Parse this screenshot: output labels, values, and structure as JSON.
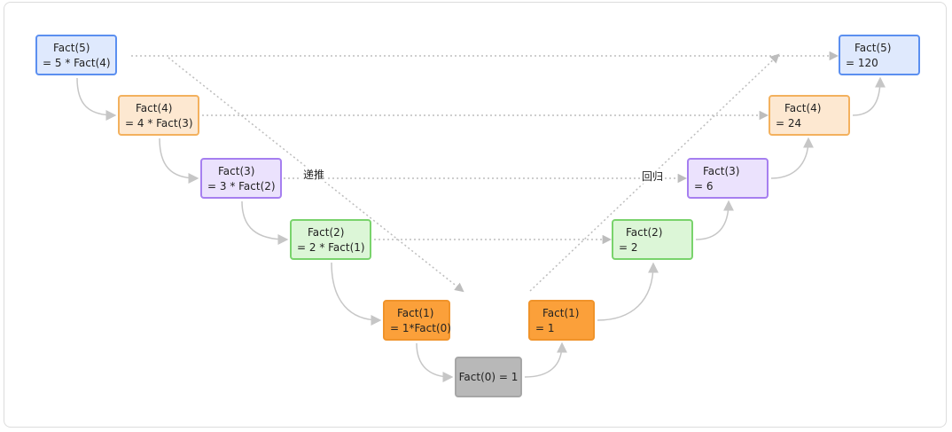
{
  "colors": {
    "blue": {
      "border": "#5b8ff0",
      "fill": "#dfe9fd"
    },
    "peach": {
      "border": "#f3b15e",
      "fill": "#fde8d1"
    },
    "purple": {
      "border": "#a67ff0",
      "fill": "#ebe2fd"
    },
    "green": {
      "border": "#79d36c",
      "fill": "#dcf6d7"
    },
    "orange": {
      "border": "#f0932a",
      "fill": "#fba03a"
    },
    "gray": {
      "border": "#a6a6a6",
      "fill": "#b8b8b8"
    },
    "connector": "#c6c6c6",
    "dotted": "#bdbdbd"
  },
  "nodes": {
    "descend": [
      {
        "line1": "Fact(5)",
        "line2": "= 5 * Fact(4)",
        "color": "blue"
      },
      {
        "line1": "Fact(4)",
        "line2": "= 4 * Fact(3)",
        "color": "peach"
      },
      {
        "line1": "Fact(3)",
        "line2": "= 3 * Fact(2)",
        "color": "purple"
      },
      {
        "line1": "Fact(2)",
        "line2": "= 2 * Fact(1)",
        "color": "green"
      },
      {
        "line1": "Fact(1)",
        "line2": "= 1*Fact(0)",
        "color": "orange"
      }
    ],
    "base": {
      "text": "Fact(0)  = 1",
      "color": "gray"
    },
    "ascend": [
      {
        "line1": "Fact(1)",
        "line2": "= 1",
        "color": "orange"
      },
      {
        "line1": "Fact(2)",
        "line2": "= 2",
        "color": "green"
      },
      {
        "line1": "Fact(3)",
        "line2": "= 6",
        "color": "purple"
      },
      {
        "line1": "Fact(4)",
        "line2": "= 24",
        "color": "peach"
      },
      {
        "line1": "Fact(5)",
        "line2": "= 120",
        "color": "blue"
      }
    ]
  },
  "labels": {
    "recursion": "递推",
    "return": "回归"
  }
}
